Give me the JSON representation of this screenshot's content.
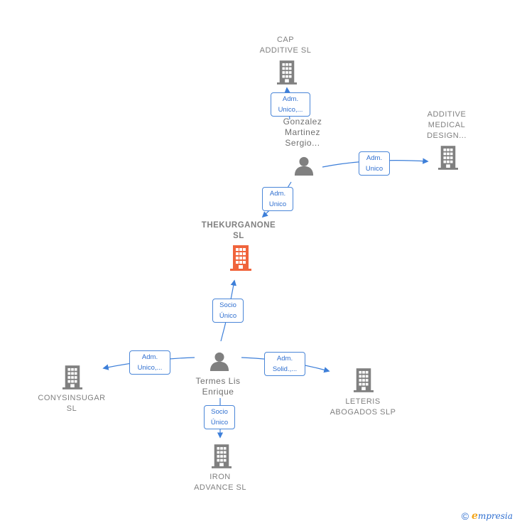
{
  "nodes": {
    "cap_additive": {
      "lines": [
        "CAP",
        "ADDITIVE  SL"
      ]
    },
    "additive_medical": {
      "lines": [
        "ADDITIVE",
        "MEDICAL",
        "DESIGN..."
      ]
    },
    "gonzalez": {
      "lines": [
        "Gonzalez",
        "Martinez",
        "Sergio..."
      ]
    },
    "thekurganone": {
      "lines": [
        "THEKURGANONE",
        "SL"
      ]
    },
    "termes": {
      "lines": [
        "Termes Lis",
        "Enrique"
      ]
    },
    "conysinsugar": {
      "lines": [
        "CONYSINSUGAR",
        "SL"
      ]
    },
    "leteris": {
      "lines": [
        "LETERIS",
        "ABOGADOS  SLP"
      ]
    },
    "iron_advance": {
      "lines": [
        "IRON",
        "ADVANCE  SL"
      ]
    }
  },
  "edges": {
    "gonzalez_cap": {
      "lines": [
        "Adm.",
        "Unico,..."
      ]
    },
    "gonzalez_additive": {
      "lines": [
        "Adm.",
        "Unico"
      ]
    },
    "gonzalez_thek": {
      "lines": [
        "Adm.",
        "Unico"
      ]
    },
    "termes_thek": {
      "lines": [
        "Socio",
        "Único"
      ]
    },
    "termes_cony": {
      "lines": [
        "Adm.",
        "Unico,..."
      ]
    },
    "termes_leteris": {
      "lines": [
        "Adm.",
        "Solid.,..."
      ]
    },
    "termes_iron": {
      "lines": [
        "Socio",
        "Único"
      ]
    }
  },
  "footer": {
    "copyright": "©",
    "brand_initial": "e",
    "brand_rest": "mpresia"
  },
  "colors": {
    "edge": "#3d7fd9",
    "company": "#808080",
    "focus": "#f0643c",
    "person": "#808080"
  },
  "icons": {
    "company": "building-icon",
    "person": "person-icon"
  }
}
